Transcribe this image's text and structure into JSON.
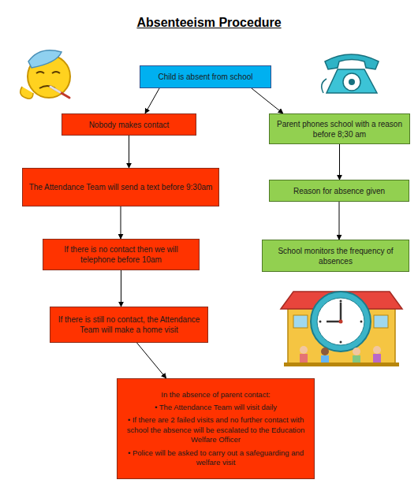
{
  "diagram": {
    "title": "Absenteeism Procedure",
    "nodes": [
      {
        "text": [
          "Child is absent from school"
        ]
      },
      {
        "text": [
          "Nobody makes contact"
        ]
      },
      {
        "text": [
          "Parent phones school with a reason before 8;30 am"
        ]
      },
      {
        "text": [
          "The Attendance Team will send a text before 9:30am"
        ]
      },
      {
        "text": [
          "Reason for absence given"
        ]
      },
      {
        "text": [
          "If there is no contact then we will telephone before 10am"
        ]
      },
      {
        "text": [
          "School monitors the frequency of absences"
        ]
      },
      {
        "text": [
          "If there is still no contact, the Attendance Team will make a home visit"
        ]
      },
      {
        "text": [
          "In the absence of parent contact:",
          "• The Attendance Team will visit daily",
          "• If there are 2 failed visits and no further contact with school the absence will be escalated to the Education Welfare Officer",
          "• Police will be asked to carry out a safeguarding and welfare visit"
        ]
      }
    ],
    "edges": [
      {
        "from": 0,
        "to": 1,
        "arrow": "to"
      },
      {
        "from": 0,
        "to": 2,
        "arrow": "to"
      },
      {
        "from": 1,
        "to": 3,
        "arrow": "to"
      },
      {
        "from": 2,
        "to": 4,
        "arrow": "to"
      },
      {
        "from": 3,
        "to": 5,
        "arrow": "to"
      },
      {
        "from": 4,
        "to": 6,
        "arrow": "to"
      },
      {
        "from": 5,
        "to": 7,
        "arrow": "to"
      },
      {
        "from": 7,
        "to": 8,
        "arrow": "to"
      }
    ]
  }
}
